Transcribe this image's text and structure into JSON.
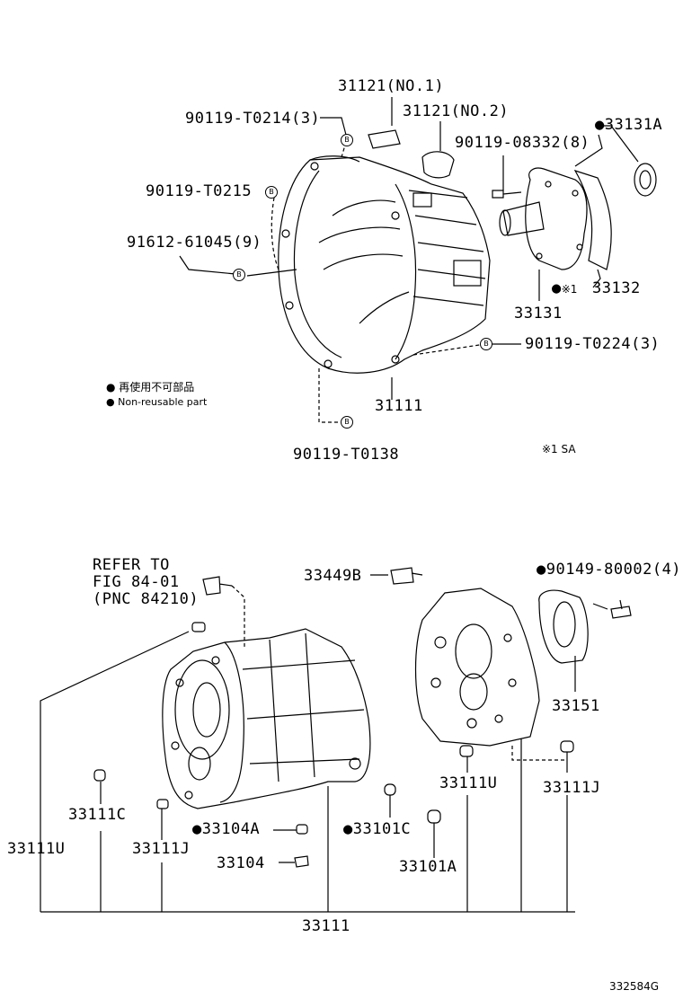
{
  "top_section": {
    "labels": {
      "p31121_no1": "31121(NO.1)",
      "p31121_no2": "31121(NO.2)",
      "p90119_t0214": "90119-T0214(3)",
      "p90119_t0215": "90119-T0215",
      "p91612_61045": "91612-61045(9)",
      "p90119_08332": "90119-08332(8)",
      "p33131a": "33131A",
      "p33132": "33132",
      "p33131": "33131",
      "p90119_t0224": "90119-T0224(3)",
      "p31111": "31111",
      "p90119_t0138": "90119-T0138",
      "note_mark": "※1",
      "note_sa": "※1 SA"
    },
    "legend": {
      "jp": "再使用不可部品",
      "en": "Non-reusable part"
    }
  },
  "bottom_section": {
    "labels": {
      "refer_line1": "REFER TO",
      "refer_line2": "FIG 84-01",
      "refer_line3": "(PNC 84210)",
      "p33449b": "33449B",
      "p90149_80002": "90149-80002(4)",
      "p33151": "33151",
      "p33111u_right": "33111U",
      "p33111j_right": "33111J",
      "p33111c": "33111C",
      "p33111u_left": "33111U",
      "p33111j_left": "33111J",
      "p33104a": "33104A",
      "p33101c": "33101C",
      "p33104": "33104",
      "p33101a": "33101A",
      "p33111": "33111"
    }
  },
  "footer": {
    "figure_code": "332584G"
  },
  "bolt_marker": "B"
}
